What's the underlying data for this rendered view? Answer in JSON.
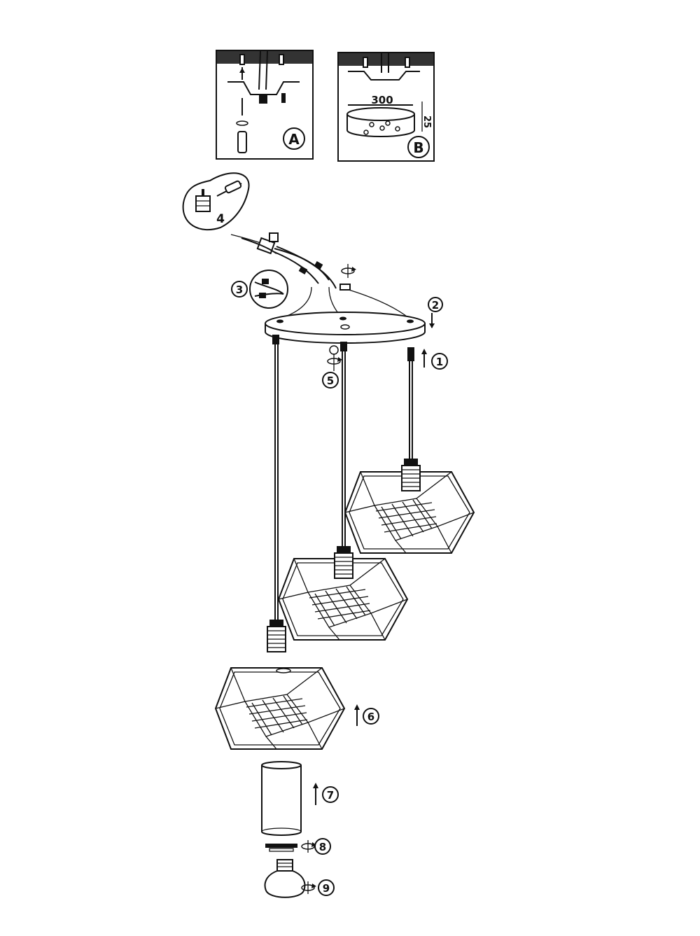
{
  "insets": {
    "a": {
      "label": "A"
    },
    "b": {
      "label": "B",
      "dim_width": "300",
      "dim_height": "25"
    }
  },
  "steps": [
    "1",
    "2",
    "3",
    "4",
    "5",
    "6",
    "7",
    "8",
    "9"
  ]
}
